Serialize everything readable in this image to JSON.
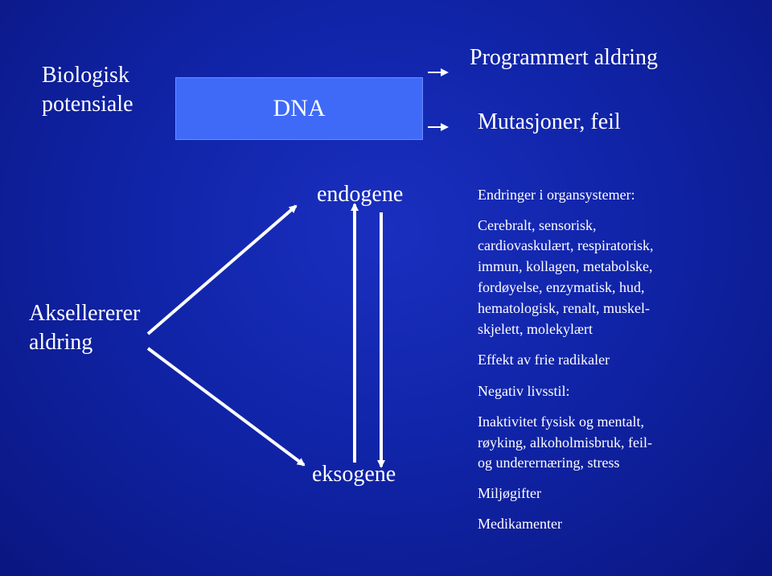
{
  "top": {
    "biologisk_line1": "Biologisk",
    "biologisk_line2": "potensiale",
    "dna": "DNA",
    "programmert": "Programmert aldring",
    "mutasjoner": "Mutasjoner, feil"
  },
  "middle": {
    "endogene": "endogene",
    "eksogene": "eksogene",
    "aksellererer_line1": "Aksellererer",
    "aksellererer_line2": "aldring"
  },
  "right": {
    "lines": [
      "Endringer i organsystemer:",
      "Cerebralt, sensorisk,",
      "cardiovaskulært, respiratorisk,",
      "immun, kollagen, metabolske,",
      "fordøyelse, enzymatisk, hud,",
      "hematologisk, renalt, muskel-",
      "skjelett, molekylært",
      "Effekt av frie radikaler",
      "Negativ livsstil:",
      "Inaktivitet fysisk og mentalt,",
      "røyking, alkoholmisbruk, feil-",
      "og underernæring, stress",
      "Miljøgifter",
      "Medikamenter"
    ]
  },
  "colors": {
    "background": "#1024a8",
    "dna_box": "#3f6af7",
    "text": "#ffffff"
  }
}
